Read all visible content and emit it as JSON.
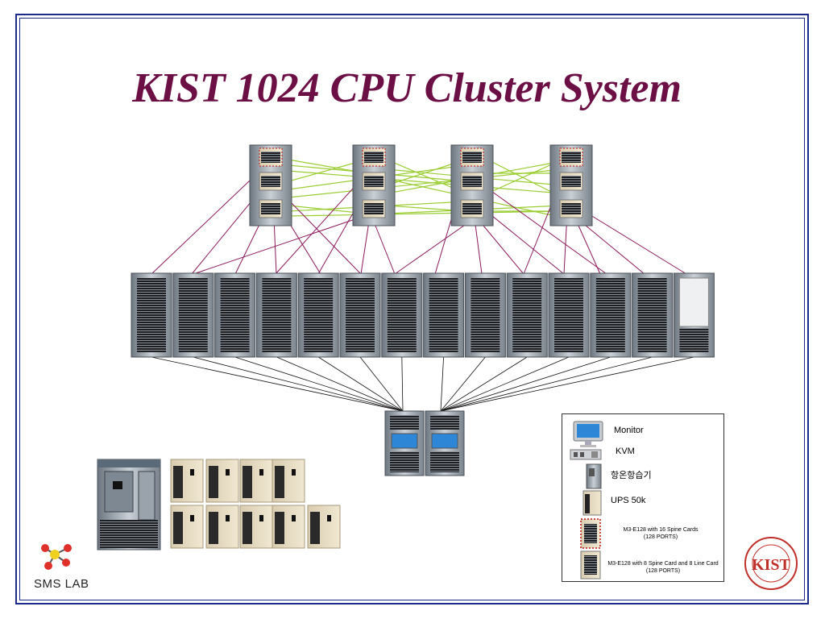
{
  "title": "KIST 1024 CPU Cluster System",
  "legend": {
    "items": [
      {
        "icon": "monitor-icon",
        "label": "Monitor"
      },
      {
        "icon": "kvm-icon",
        "label": "KVM"
      },
      {
        "icon": "thermo-hygrostat-icon",
        "label": "항온항습기"
      },
      {
        "icon": "ups-icon",
        "label": "UPS 50k"
      },
      {
        "icon": "switch-spine-icon",
        "label": "M3-E128 with 16 Spine Cards",
        "sub": "(128 PORTS)"
      },
      {
        "icon": "switch-line-icon",
        "label": "M3-E128 with 8 Spine Card and 8 Line Card",
        "sub": "(128 PORTS)"
      }
    ]
  },
  "logos": {
    "left_text": "SMS LAB",
    "right_text": "KIST"
  },
  "colors": {
    "title": "#6b0f45",
    "frame": "#1c2a8c",
    "green_links": "#9acd32",
    "purple_links": "#8b1a5a"
  }
}
